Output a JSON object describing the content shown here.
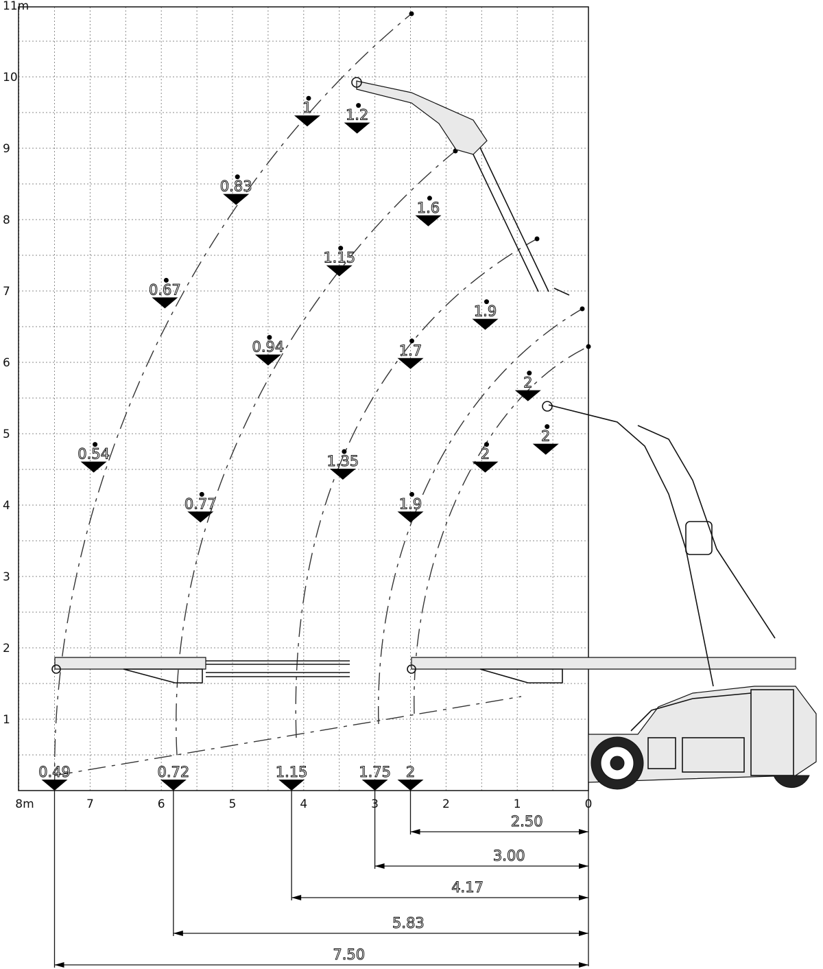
{
  "y_axis": {
    "ticks": [
      {
        "value": 1,
        "label": "1"
      },
      {
        "value": 2,
        "label": "2"
      },
      {
        "value": 3,
        "label": "3"
      },
      {
        "value": 4,
        "label": "4"
      },
      {
        "value": 5,
        "label": "5"
      },
      {
        "value": 6,
        "label": "6"
      },
      {
        "value": 7,
        "label": "7"
      },
      {
        "value": 8,
        "label": "8"
      },
      {
        "value": 9,
        "label": "9"
      },
      {
        "value": 10,
        "label": "10"
      },
      {
        "value": 11,
        "label": "11m"
      }
    ]
  },
  "x_axis": {
    "ticks": [
      {
        "value": 8,
        "label": "8m"
      },
      {
        "value": 7,
        "label": "7"
      },
      {
        "value": 6,
        "label": "6"
      },
      {
        "value": 5,
        "label": "5"
      },
      {
        "value": 4,
        "label": "4"
      },
      {
        "value": 3,
        "label": "3"
      },
      {
        "value": 2,
        "label": "2"
      },
      {
        "value": 1,
        "label": "1"
      },
      {
        "value": 0,
        "label": "0"
      }
    ]
  },
  "load_points": [
    {
      "label": "1",
      "x": 3.95,
      "y": 9.7
    },
    {
      "label": "1.2",
      "x": 3.25,
      "y": 9.6
    },
    {
      "label": "0.83",
      "x": 4.95,
      "y": 8.6
    },
    {
      "label": "1.6",
      "x": 2.25,
      "y": 8.3
    },
    {
      "label": "1.15",
      "x": 3.5,
      "y": 7.6
    },
    {
      "label": "0.67",
      "x": 5.95,
      "y": 7.15
    },
    {
      "label": "1.9",
      "x": 1.45,
      "y": 6.85
    },
    {
      "label": "0.94",
      "x": 4.5,
      "y": 6.35
    },
    {
      "label": "1.7",
      "x": 2.5,
      "y": 6.3
    },
    {
      "label": "2",
      "x": 0.85,
      "y": 5.85
    },
    {
      "label": "2",
      "x": 0.6,
      "y": 5.1
    },
    {
      "label": "0.54",
      "x": 6.95,
      "y": 4.85
    },
    {
      "label": "2",
      "x": 1.45,
      "y": 4.85
    },
    {
      "label": "1.35",
      "x": 3.45,
      "y": 4.75
    },
    {
      "label": "0.77",
      "x": 5.45,
      "y": 4.15
    },
    {
      "label": "1.9",
      "x": 2.5,
      "y": 4.15
    },
    {
      "label": "0.49",
      "x": 7.5,
      "y": 0.3
    },
    {
      "label": "0.72",
      "x": 5.83,
      "y": 0.3
    },
    {
      "label": "1.15",
      "x": 4.17,
      "y": 0.3
    },
    {
      "label": "1.75",
      "x": 3.0,
      "y": 0.3
    },
    {
      "label": "2",
      "x": 2.5,
      "y": 0.3
    }
  ],
  "reach_dimensions": [
    {
      "label": "2.50",
      "value": 2.5
    },
    {
      "label": "3.00",
      "value": 3.0
    },
    {
      "label": "4.17",
      "value": 4.17
    },
    {
      "label": "5.83",
      "value": 5.83
    },
    {
      "label": "7.50",
      "value": 7.5
    }
  ]
}
